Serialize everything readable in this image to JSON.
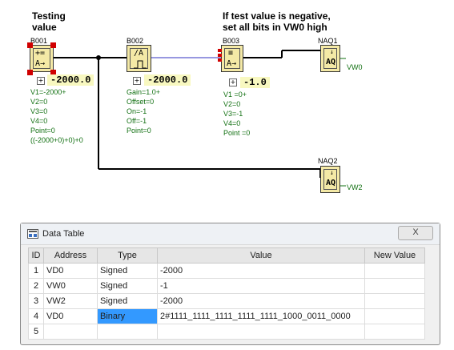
{
  "headings": {
    "left_line1": "Testing",
    "left_line2": "value",
    "right_line1": "If test value is negative,",
    "right_line2": "set all bits in VW0 high"
  },
  "blocks": {
    "b001": {
      "label": "B001",
      "symbol_top": "+=",
      "symbol_bottom": "A→",
      "param": "-2000.0",
      "params": [
        "V1=-2000+",
        "V2=0",
        "V3=0",
        "V4=0",
        "Point=0",
        "((-2000+0)+0)+0"
      ]
    },
    "b002": {
      "label": "B002",
      "symbol": "/A",
      "param": "-2000.0",
      "params": [
        "Gain=1.0+",
        "Offset=0",
        "On=-1",
        "Off=-1",
        "Point=0"
      ]
    },
    "b003": {
      "label": "B003",
      "symbol_top": "≡",
      "symbol_bottom": "A→",
      "param": "-1.0",
      "params": [
        "V1 =0+",
        "V2=0",
        "V3=-1",
        "V4=0",
        "Point =0"
      ]
    },
    "naq1": {
      "label": "NAQ1",
      "symbol": "AQ",
      "output": "VW0"
    },
    "naq2": {
      "label": "NAQ2",
      "symbol": "AQ",
      "output": "VW2"
    }
  },
  "data_table": {
    "title": "Data Table",
    "close_label": "X",
    "columns": [
      "ID",
      "Address",
      "Type",
      "Value",
      "New Value"
    ],
    "rows": [
      {
        "id": "1",
        "address": "VD0",
        "type": "Signed",
        "value": "-2000",
        "new_value": ""
      },
      {
        "id": "2",
        "address": "VW0",
        "type": "Signed",
        "value": "-1",
        "new_value": ""
      },
      {
        "id": "3",
        "address": "VW2",
        "type": "Signed",
        "value": "-2000",
        "new_value": ""
      },
      {
        "id": "4",
        "address": "VD0",
        "type": "Binary",
        "value": "2#1111_1111_1111_1111_1111_1000_0011_0000",
        "new_value": ""
      },
      {
        "id": "5",
        "address": "",
        "type": "",
        "value": "",
        "new_value": ""
      }
    ],
    "selected_cell": "rows.3.type",
    "selection_color": "#3399ff"
  }
}
